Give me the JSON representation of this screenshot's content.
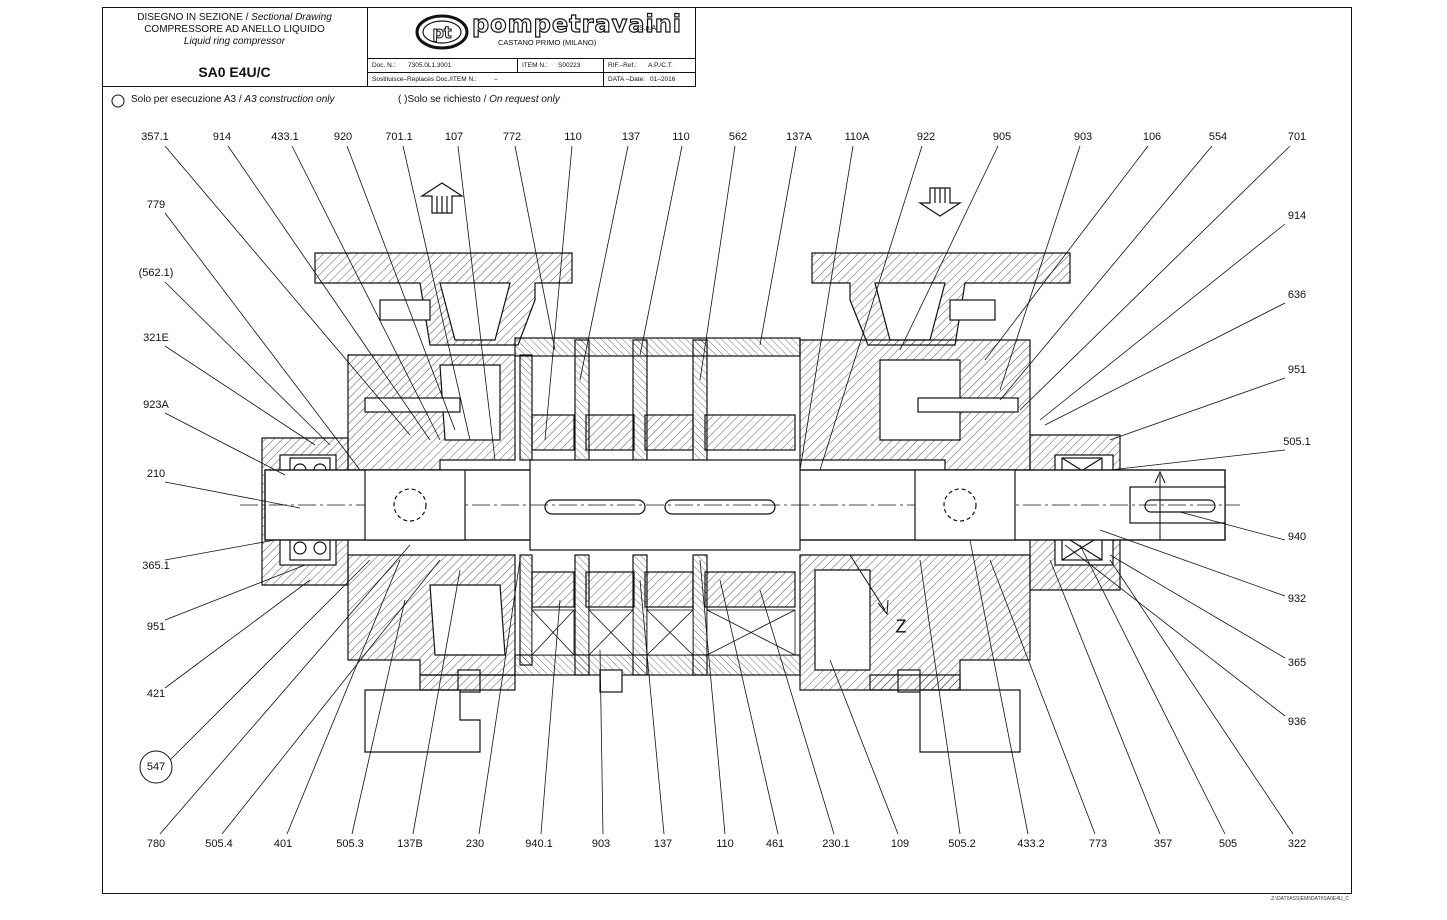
{
  "title_block": {
    "drawing_type_it": "DISEGNO IN SEZIONE",
    "drawing_type_en": "Sectional Drawing",
    "product_it": "COMPRESSORE AD ANELLO LIQUIDO",
    "product_en": "Liquid ring compressor",
    "model": "SA0 E4U/C",
    "company_name": "pompetravaini",
    "company_suffix": "S.p.A.",
    "company_location": "CASTANO PRIMO (MILANO)",
    "doc_label": "Doc. N.:",
    "doc_value": "7305.0L1.3001",
    "item_label": "ITEM N.:",
    "item_value": "S00223",
    "ref_label": "RIF.–Ref.:",
    "ref_value": "A.P./C.T.",
    "replaces_label": "Sostituisce–Replaces Doc./ITEM N.:",
    "replaces_value": "–",
    "date_label": "DATA –Date:",
    "date_value": "01–2016"
  },
  "notes": {
    "a3_it": "Solo per esecuzione A3 /",
    "a3_en": "A3 construction only",
    "req_it": "( )Solo se richiesto /",
    "req_en": "On request only"
  },
  "section_marker": "Z",
  "footer_path": "Z:\\DATI\\ASSIEMI\\DATI\\SA0E4U_C",
  "labels_top": [
    "357.1",
    "914",
    "433.1",
    "920",
    "701.1",
    "107",
    "772",
    "110",
    "137",
    "110",
    "562",
    "137A",
    "110A",
    "922",
    "905",
    "903",
    "106",
    "554",
    "701"
  ],
  "labels_left": [
    "779",
    "(562.1)",
    "321E",
    "923A",
    "210",
    "365.1",
    "951",
    "421",
    "547"
  ],
  "labels_right": [
    "914",
    "636",
    "951",
    "505.1",
    "940",
    "932",
    "365",
    "936"
  ],
  "labels_bottom": [
    "780",
    "505.4",
    "401",
    "505.3",
    "137B",
    "230",
    "940.1",
    "903",
    "137",
    "110",
    "461",
    "230.1",
    "109",
    "505.2",
    "433.2",
    "773",
    "357",
    "505",
    "322"
  ],
  "colors": {
    "ink": "#111111",
    "paper": "#ffffff"
  }
}
